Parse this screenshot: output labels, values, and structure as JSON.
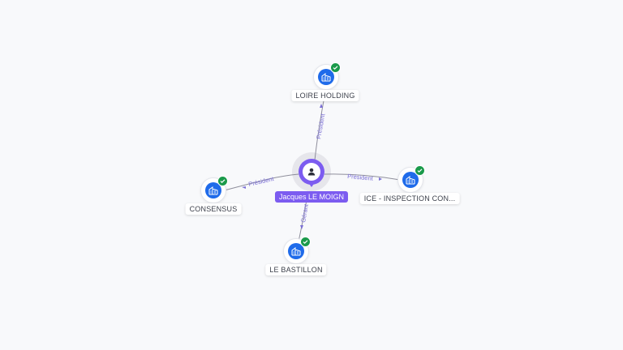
{
  "person": {
    "name": "Jacques LE MOIGN",
    "icon": "user-icon",
    "color": "#7c5cf0"
  },
  "companies": [
    {
      "id": "loire-holding",
      "name": "LOIRE HOLDING",
      "icon": "building-icon",
      "verified": true,
      "relation": "Président"
    },
    {
      "id": "ice",
      "name": "ICE - INSPECTION CON...",
      "icon": "building-icon",
      "verified": true,
      "relation": "Président"
    },
    {
      "id": "consensus",
      "name": "CONSENSUS",
      "icon": "building-icon",
      "verified": true,
      "relation": "Président"
    },
    {
      "id": "le-bastillon",
      "name": "LE BASTILLON",
      "icon": "building-icon",
      "verified": true,
      "relation": "Gérant"
    }
  ],
  "colors": {
    "company_icon": "#1f6bea",
    "verified_badge": "#1a9a4a",
    "edge_label": "#7b6fd6"
  }
}
